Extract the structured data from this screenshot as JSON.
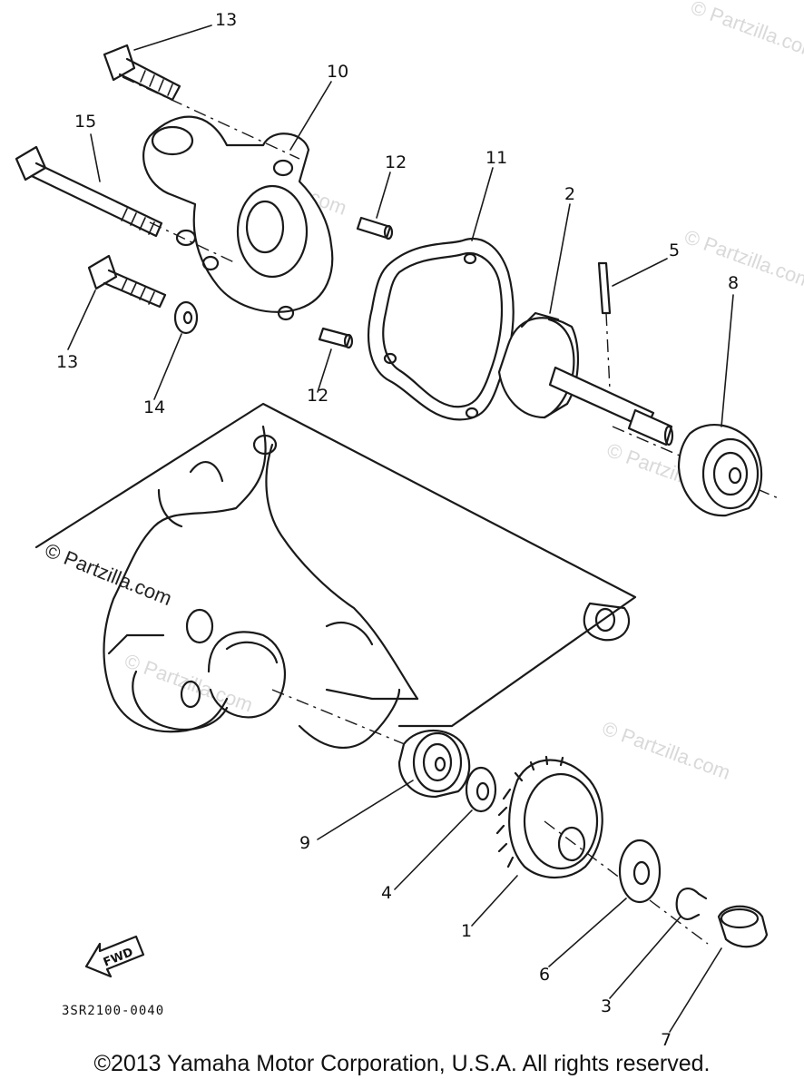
{
  "diagram": {
    "part_code": "3SR2100-0040",
    "fwd_label": "FWD",
    "callouts": {
      "c1": "1",
      "c2": "2",
      "c3": "3",
      "c4": "4",
      "c5": "5",
      "c6": "6",
      "c7": "7",
      "c8": "8",
      "c9": "9",
      "c10": "10",
      "c11": "11",
      "c12a": "12",
      "c12b": "12",
      "c13a": "13",
      "c13b": "13",
      "c14": "14",
      "c15": "15"
    },
    "watermark": "© Partzilla.com"
  },
  "footer": {
    "copyright": "©2013 Yamaha Motor Corporation, U.S.A. All rights reserved."
  }
}
